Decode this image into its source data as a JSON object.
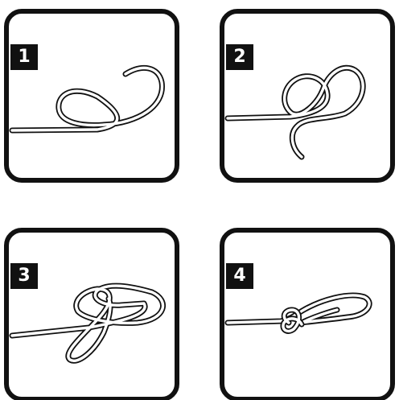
{
  "steps": [
    {
      "number": "1",
      "icon": "knot-step-1-loop"
    },
    {
      "number": "2",
      "icon": "knot-step-2-wrap"
    },
    {
      "number": "3",
      "icon": "knot-step-3-thread"
    },
    {
      "number": "4",
      "icon": "knot-step-4-tightened"
    }
  ],
  "colors": {
    "ink": "#111111",
    "background": "#ffffff"
  }
}
